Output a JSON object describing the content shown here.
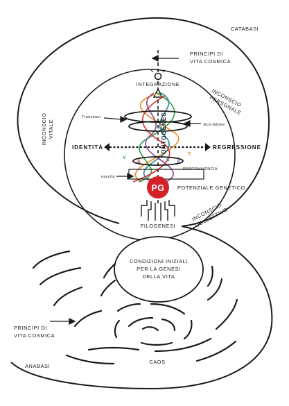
{
  "labels": {
    "catabasi": "CATABASI",
    "principi_top": [
      "PRINCIPI DI",
      "VITA COSMICA"
    ],
    "integrazione": "INTEGRAZIONE",
    "inconscio_personale": [
      "INCONSCIO",
      "PERSONALE"
    ],
    "inconscio_vitale": [
      "INCONSCIO",
      "VITALE"
    ],
    "transitasi": "Transitasi",
    "eco_fattore": "Eco-fattore",
    "ontogenesi": "ONTOGENESI",
    "identita": "IDENTITÀ",
    "regressione": "REGRESSIONE",
    "protovivencia": "PROTOVIVENCIA",
    "nascita": "nascita",
    "pg": "PG",
    "potenziale_genetico": "POTENZIALE GENETICO",
    "inconscio_collettivo": [
      "INCONSCIO",
      "COLLETTIVO"
    ],
    "filogenesi": "FILOGENESI",
    "condizioni": [
      "CONDIZIONI INIZIALI",
      "PER LA GENESI",
      "DELLA VITA"
    ],
    "principi_bottom": [
      "PRINCIPI DI",
      "VITA COSMICA"
    ],
    "anabasi": "ANABASI",
    "caos": "CAOS",
    "helix_letters": {
      "v": "V",
      "s": "S",
      "c": "C",
      "a": "A",
      "t": "T"
    }
  },
  "colors": {
    "ink": "#1a1a1a",
    "pg_red": "#d42027",
    "helix_orange": "#e8912b",
    "helix_green": "#3a9e4f",
    "helix_teal": "#2a8fa0",
    "helix_purple": "#8a4fa0",
    "helix_red": "#d43a3a"
  }
}
